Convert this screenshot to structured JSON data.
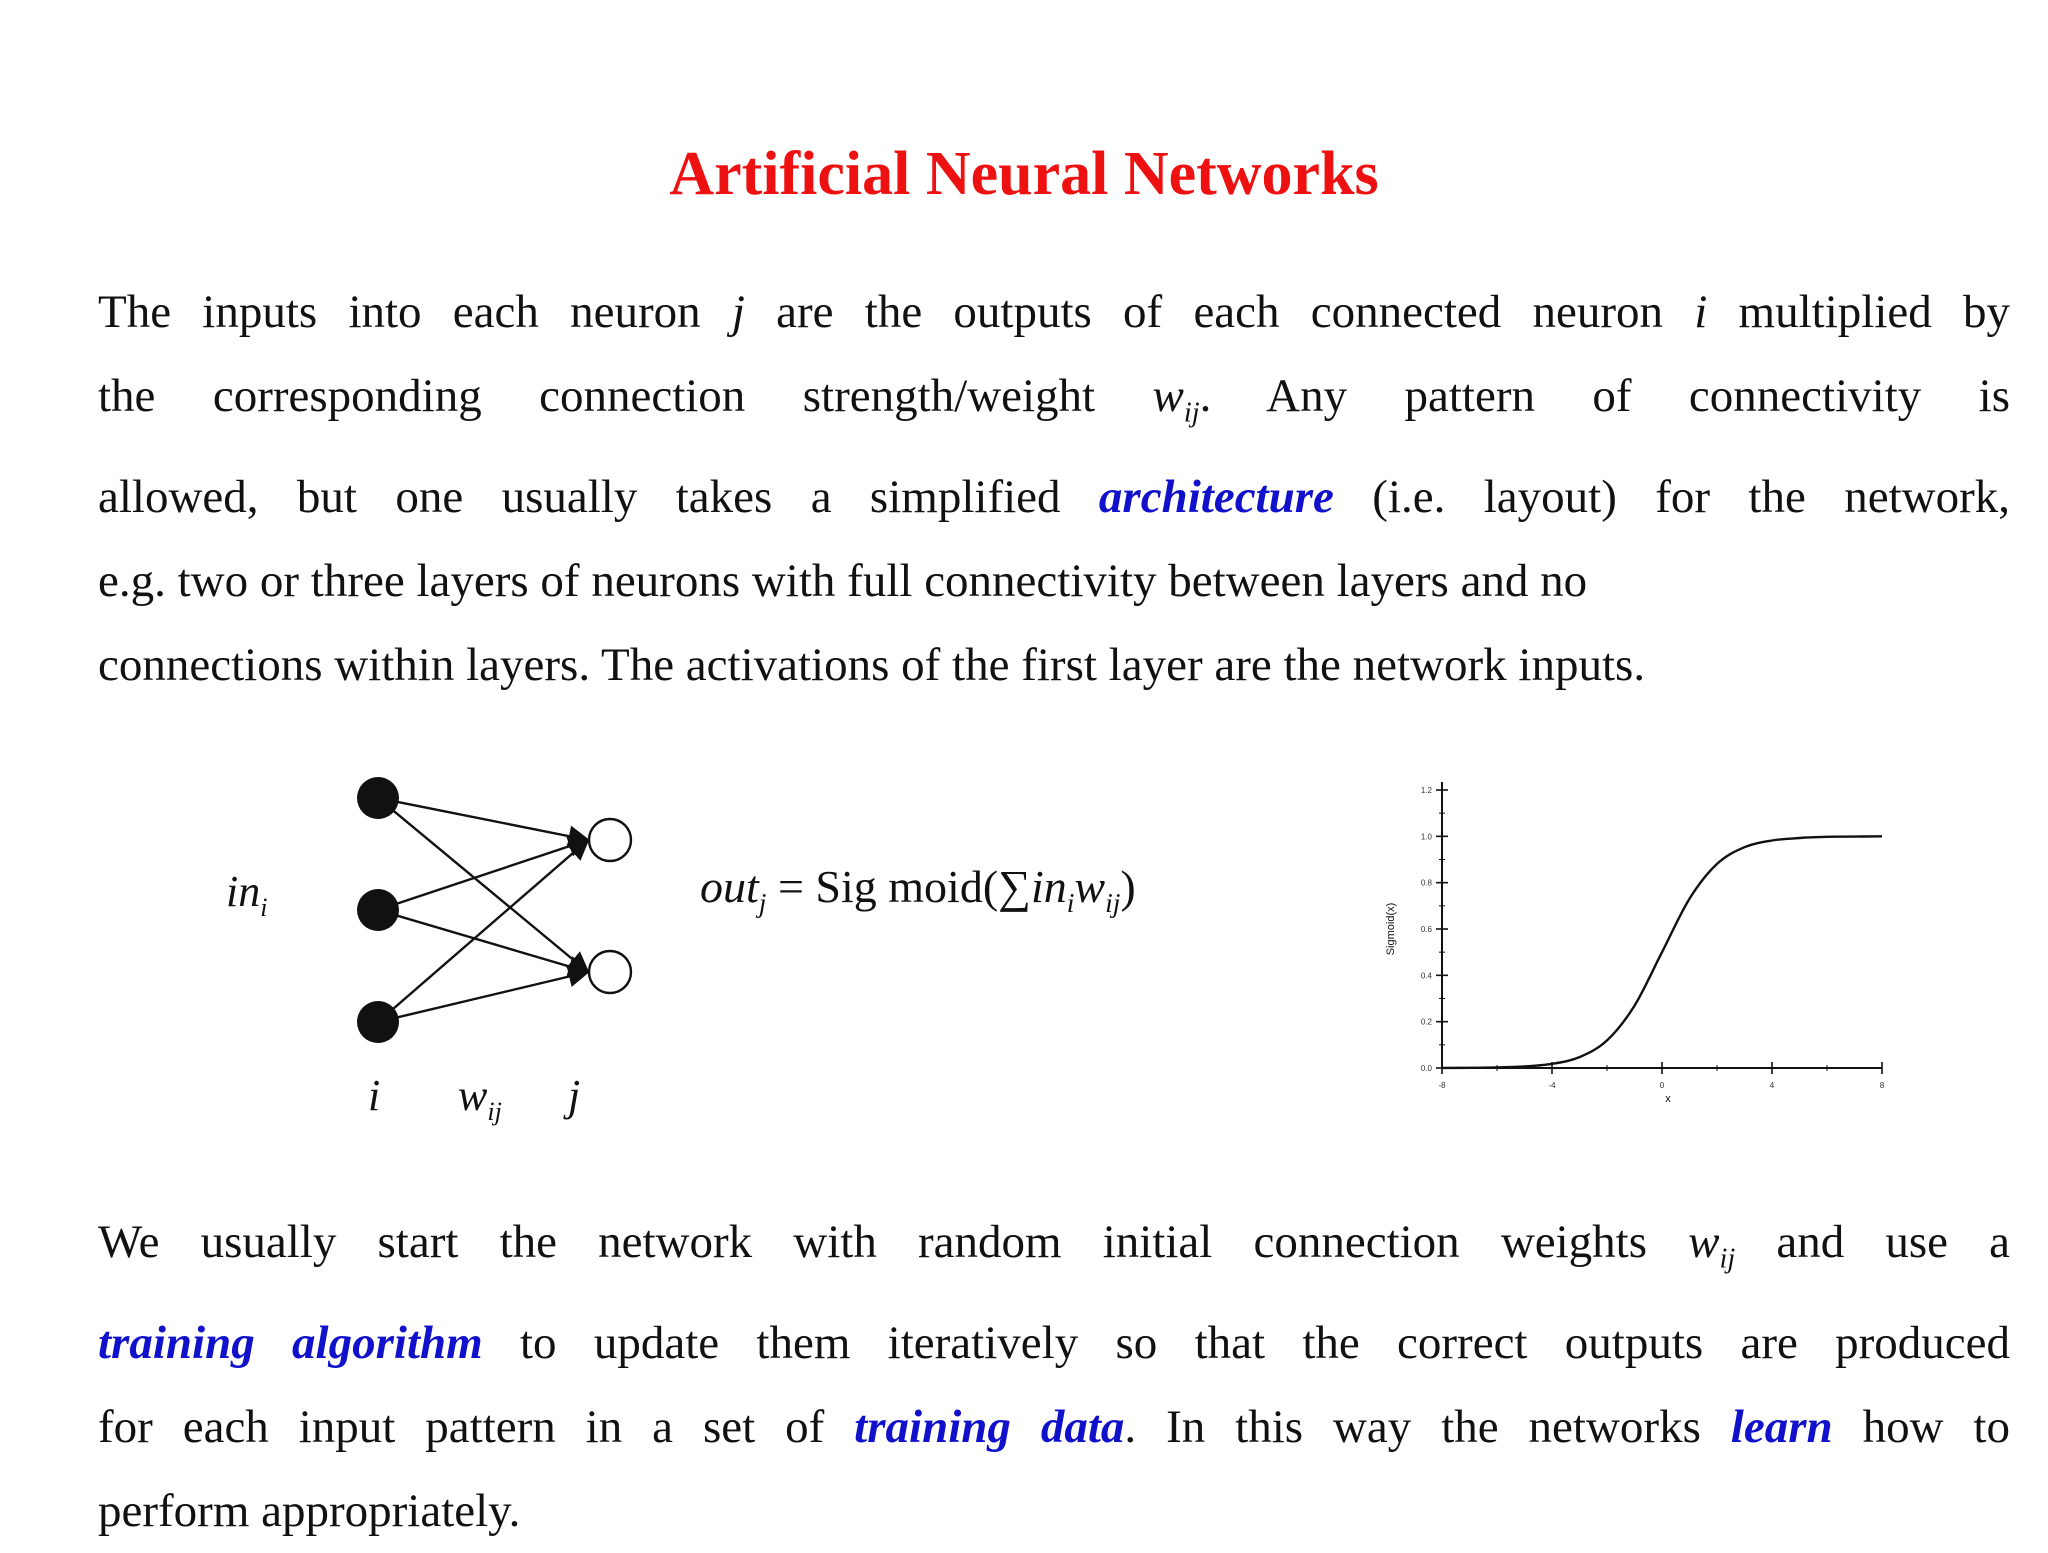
{
  "title": "Artificial Neural Networks",
  "colors": {
    "title": "#ee1111",
    "emphasis": "#1111cc",
    "text": "#111111"
  },
  "paragraph1": {
    "line1": {
      "a": "The inputs into each neuron ",
      "j": "j",
      "b": " are the outputs of each connected neuron ",
      "i": "i",
      "c": " multiplied by"
    },
    "line2": {
      "a": "the corresponding connection strength/weight ",
      "w": "w",
      "w_sub": "ij",
      "b": ". Any pattern of connectivity is"
    },
    "line3": {
      "a": "allowed, but one usually takes a simplified ",
      "emphasis": "architecture",
      "b": " (i.e. layout) for the network,"
    },
    "line4": "e.g. two or three layers of neurons with full connectivity between layers and no",
    "line5": "connections within layers. The activations of the first layer are the network inputs."
  },
  "diagram": {
    "input_label": "in",
    "input_label_sub": "i",
    "label_i": "i",
    "label_w": "w",
    "label_w_sub": "ij",
    "label_j": "j"
  },
  "formula": {
    "out": "out",
    "out_sub": "j",
    "eq": " = Sig moid(",
    "sum": "∑",
    "in": "in",
    "in_sub": "i",
    "w": "w",
    "w_sub": "ij",
    "close": ")"
  },
  "chart_data": {
    "type": "line",
    "function": "sigmoid",
    "ylabel": "Sigmoid(x)",
    "xlabel": "x",
    "xlim": [
      -8,
      8
    ],
    "ylim": [
      0,
      1.2
    ],
    "xticks": [
      "-8",
      "-4",
      "0",
      "4",
      "8"
    ],
    "yticks": [
      "0.0",
      "0.2",
      "0.4",
      "0.6",
      "0.8",
      "1.0",
      "1.2"
    ],
    "x": [
      -8,
      -7,
      -6,
      -5,
      -4,
      -3,
      -2,
      -1,
      0,
      1,
      2,
      3,
      4,
      5,
      6,
      7,
      8
    ],
    "y": [
      0.0003,
      0.0009,
      0.0025,
      0.0067,
      0.018,
      0.047,
      0.119,
      0.269,
      0.5,
      0.731,
      0.881,
      0.953,
      0.982,
      0.993,
      0.998,
      0.999,
      1.0
    ]
  },
  "paragraph2": {
    "line1": {
      "a": "We usually start the network with random initial connection weights ",
      "w": "w",
      "w_sub": "ij",
      "b": " and use a"
    },
    "line2": {
      "emphasis": "training algorithm",
      "b": " to update them iteratively so that the correct outputs are produced"
    },
    "line3": {
      "a": "for each input pattern in a set of ",
      "emphasis1": "training data",
      "b": ". In this way the networks ",
      "emphasis2": "learn",
      "c": " how to"
    },
    "line4": "perform appropriately."
  }
}
